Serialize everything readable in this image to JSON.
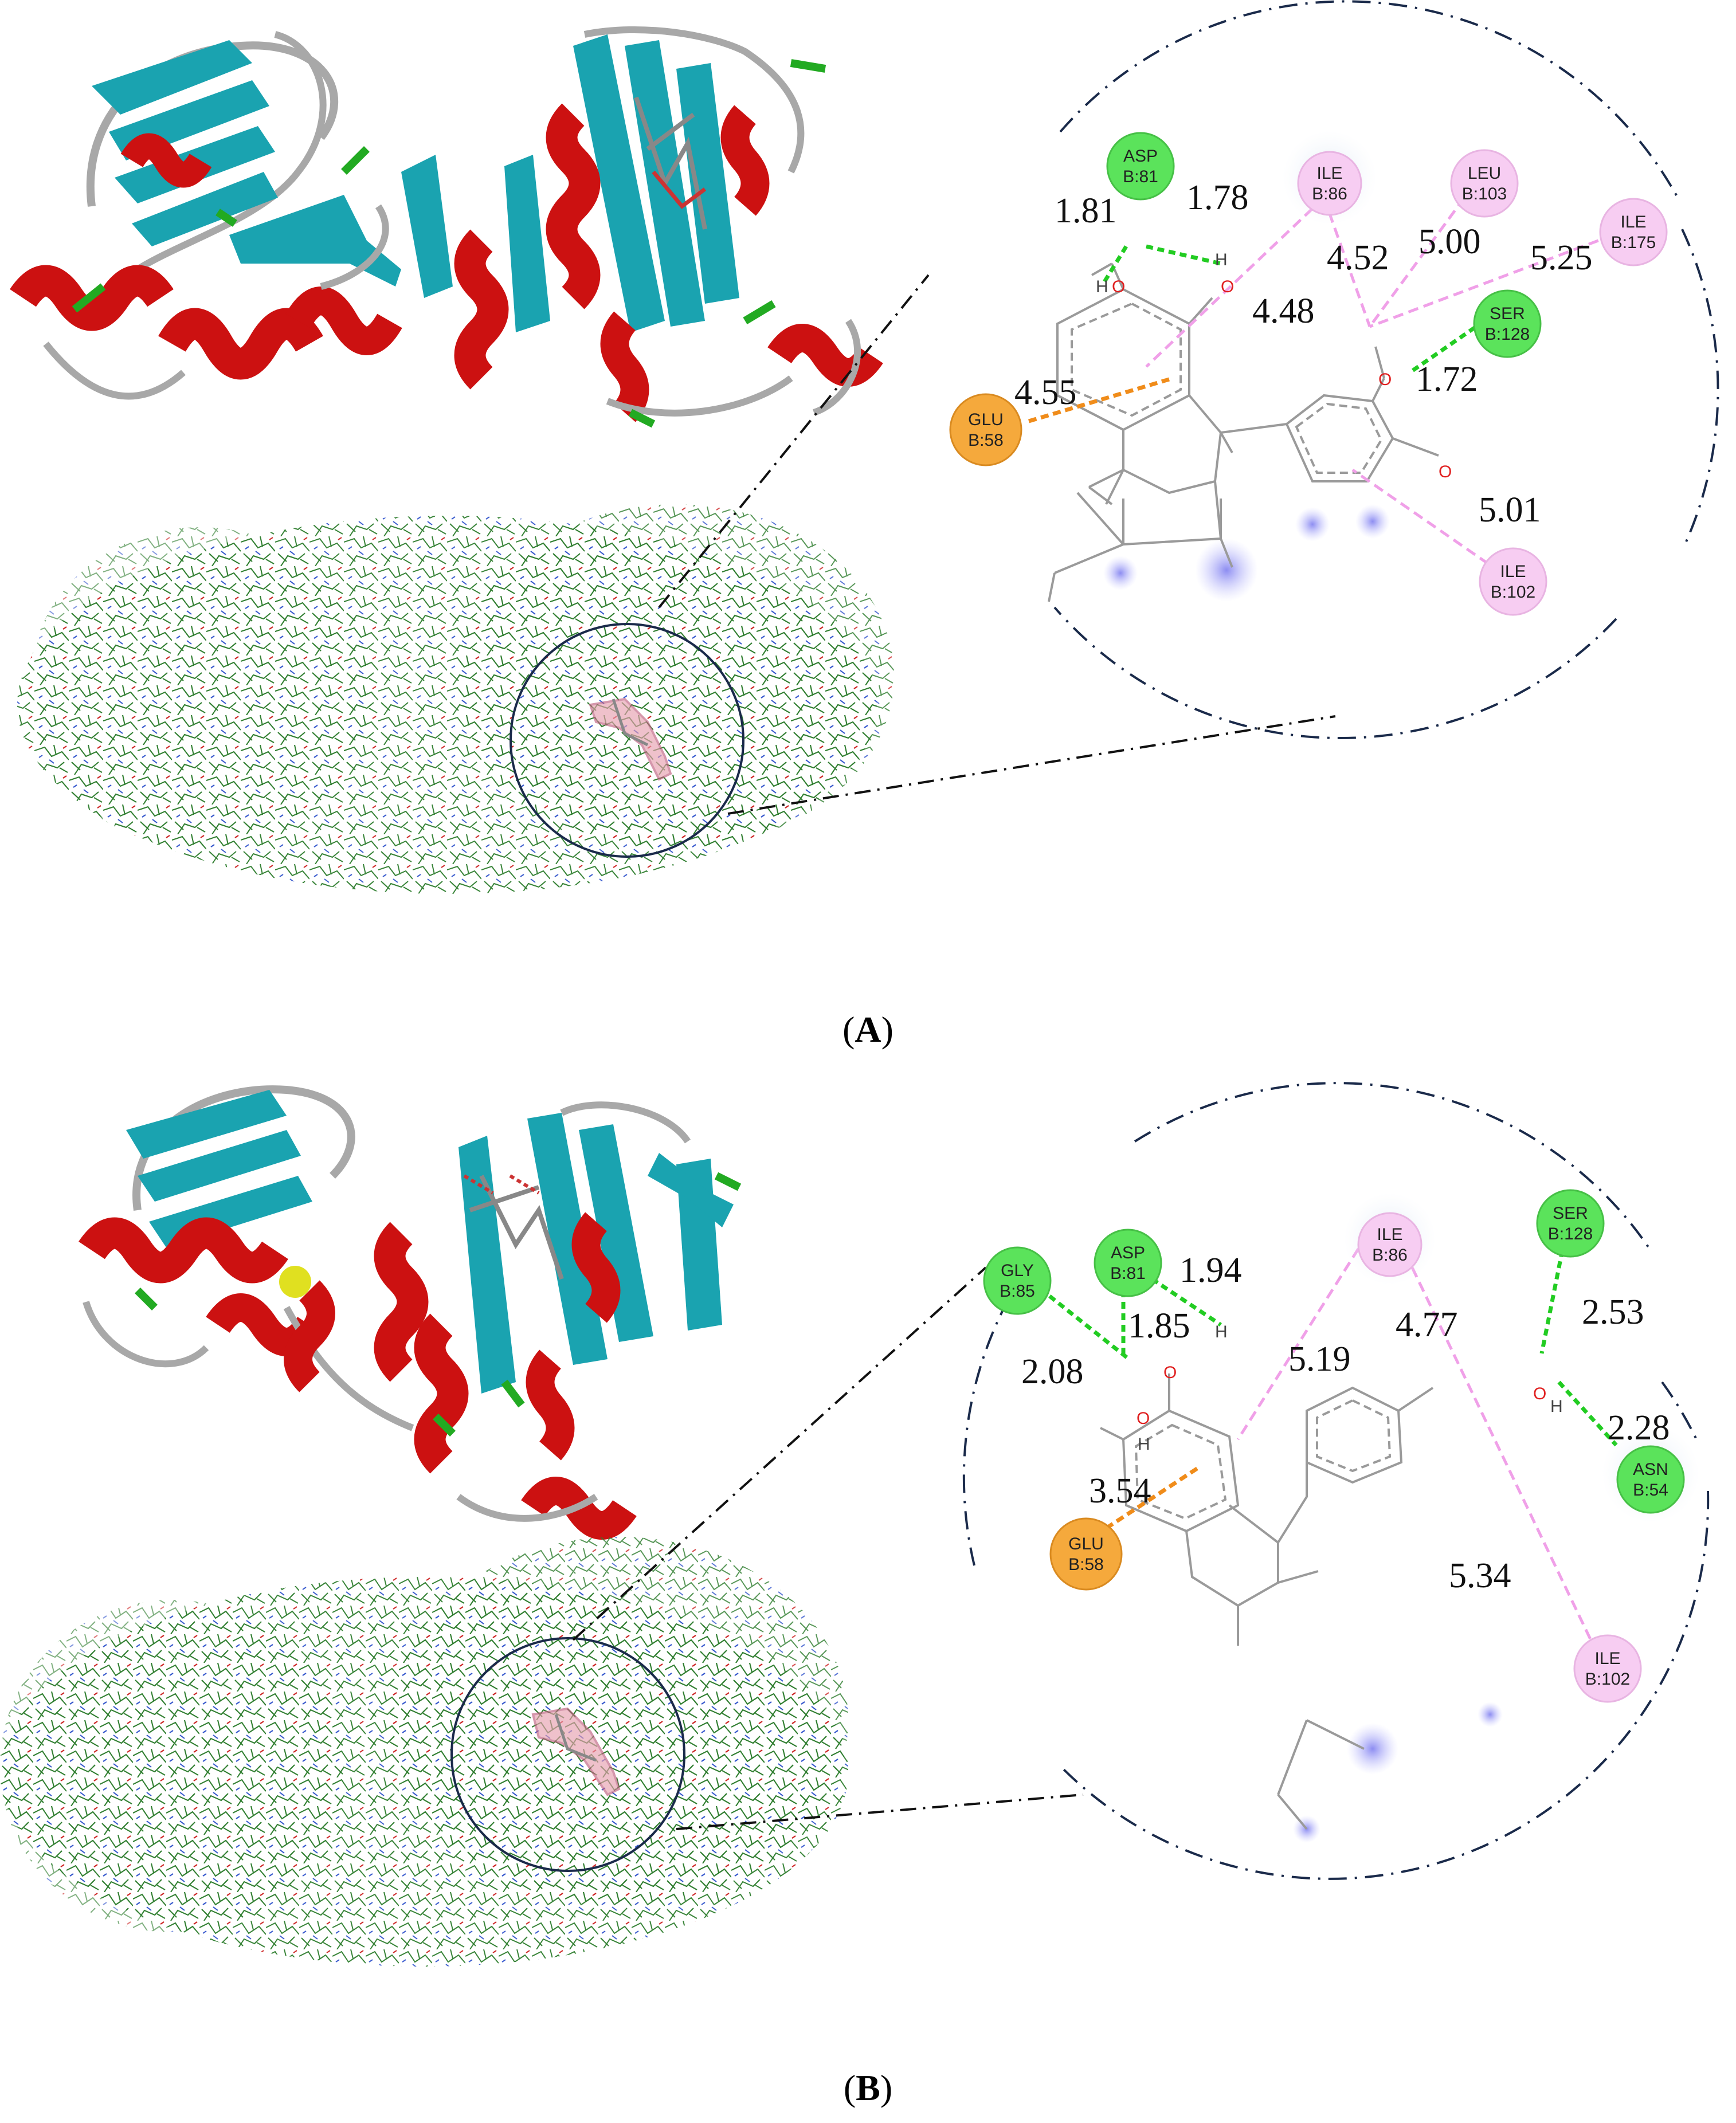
{
  "colors": {
    "helix": "#cc1111",
    "sheet": "#1aa3b0",
    "turn": "#22aa22",
    "coil": "#a8a8a8",
    "hbond": "#22cc22",
    "pi_anion": "#f08c1a",
    "hydrophobic": "#f0a0e8",
    "res_green": "#5be35b",
    "res_orange": "#f5a93c",
    "res_pink": "#f7cdf2",
    "oxygen": "#e02020",
    "bond": "#9a9a9a"
  },
  "panel_a": {
    "label_open": "(",
    "label_letter": "A",
    "label_close": ")",
    "residues": [
      {
        "key": "asp81",
        "line1": "ASP",
        "line2": "B:81",
        "type": "green"
      },
      {
        "key": "ile86",
        "line1": "ILE",
        "line2": "B:86",
        "type": "pink"
      },
      {
        "key": "leu103",
        "line1": "LEU",
        "line2": "B:103",
        "type": "pink"
      },
      {
        "key": "ile175",
        "line1": "ILE",
        "line2": "B:175",
        "type": "pink"
      },
      {
        "key": "ser128",
        "line1": "SER",
        "line2": "B:128",
        "type": "green"
      },
      {
        "key": "glu58",
        "line1": "GLU",
        "line2": "B:58",
        "type": "orange"
      },
      {
        "key": "ile102",
        "line1": "ILE",
        "line2": "B:102",
        "type": "pink"
      }
    ],
    "distances": [
      "1.81",
      "1.78",
      "4.48",
      "4.52",
      "5.00",
      "5.25",
      "1.72",
      "4.55",
      "5.01"
    ],
    "atoms": {
      "h": "H",
      "o": "O"
    }
  },
  "panel_b": {
    "label_open": "(",
    "label_letter": "B",
    "label_close": ")",
    "residues": [
      {
        "key": "gly85",
        "line1": "GLY",
        "line2": "B:85",
        "type": "green"
      },
      {
        "key": "asp81",
        "line1": "ASP",
        "line2": "B:81",
        "type": "green"
      },
      {
        "key": "ile86",
        "line1": "ILE",
        "line2": "B:86",
        "type": "pink"
      },
      {
        "key": "ser128",
        "line1": "SER",
        "line2": "B:128",
        "type": "green"
      },
      {
        "key": "asn54",
        "line1": "ASN",
        "line2": "B:54",
        "type": "green"
      },
      {
        "key": "glu58",
        "line1": "GLU",
        "line2": "B:58",
        "type": "orange"
      },
      {
        "key": "ile102",
        "line1": "ILE",
        "line2": "B:102",
        "type": "pink"
      }
    ],
    "distances": [
      "1.94",
      "1.85",
      "2.08",
      "5.19",
      "4.77",
      "2.53",
      "2.28",
      "3.54",
      "5.34"
    ],
    "atoms": {
      "h": "H",
      "o": "O"
    }
  }
}
